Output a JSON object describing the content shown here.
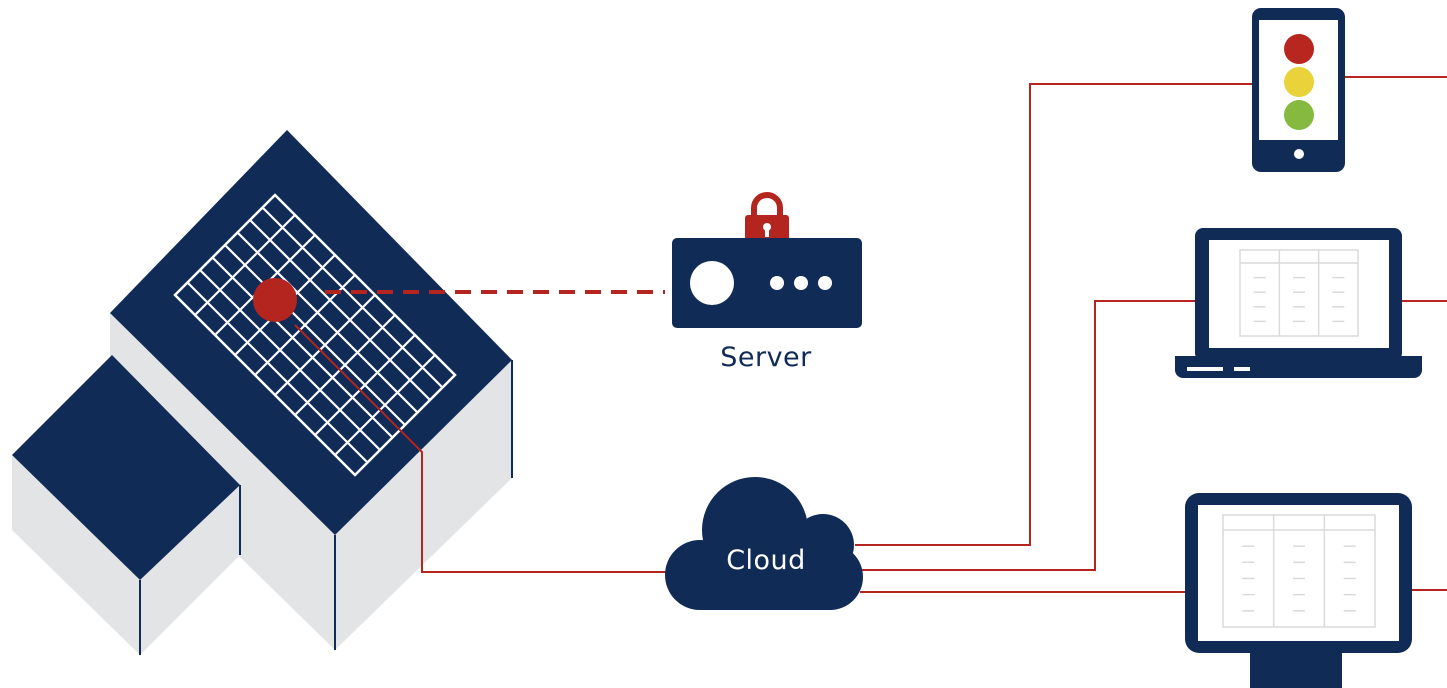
{
  "colors": {
    "navy": "#112b57",
    "red": "#b5251f",
    "wall": "#e3e4e6",
    "grid_line": "#ffffff",
    "screen_line": "#d9dadc",
    "light_red": "#b8271f",
    "light_yellow": "#e9d23a",
    "light_green": "#86b940"
  },
  "server": {
    "label": "Server",
    "icon": "lock-icon"
  },
  "cloud": {
    "label": "Cloud"
  },
  "devices": [
    {
      "name": "smartphone",
      "icon": "traffic-light"
    },
    {
      "name": "laptop",
      "icon": "spreadsheet"
    },
    {
      "name": "monitor",
      "icon": "spreadsheet"
    }
  ]
}
